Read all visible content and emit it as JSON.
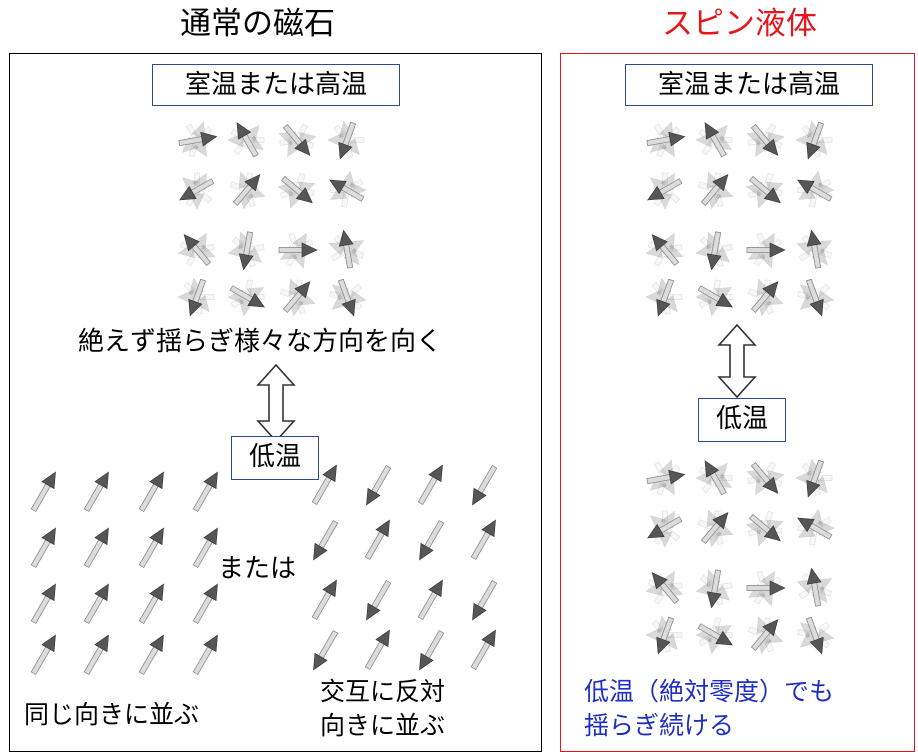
{
  "left": {
    "title": "通常の磁石",
    "label_high": "室温または高温",
    "desc_fluct": "絶えず揺らぎ様々な方向を向く",
    "label_low": "低温",
    "or_text": "または",
    "caption_parallel": "同じ向きに並ぶ",
    "caption_alt_1": "交互に反対",
    "caption_alt_2": "向きに並ぶ"
  },
  "right": {
    "title": "スピン液体",
    "label_high": "室温または高温",
    "label_low": "低温",
    "caption_1": "低温（絶対零度）でも",
    "caption_2": "揺らぎ続ける"
  },
  "colors": {
    "title_right": "#e8141c",
    "panel_right_border": "#e8141c",
    "panel_left_border": "#000000",
    "label_border": "#2e4b8a",
    "caption_right": "#1f2fc0",
    "arrow_shaft": "#d8d8d8",
    "arrow_head": "#555555"
  },
  "icons": [
    "double-vertical-arrow-icon",
    "spin-arrow-icon"
  ]
}
